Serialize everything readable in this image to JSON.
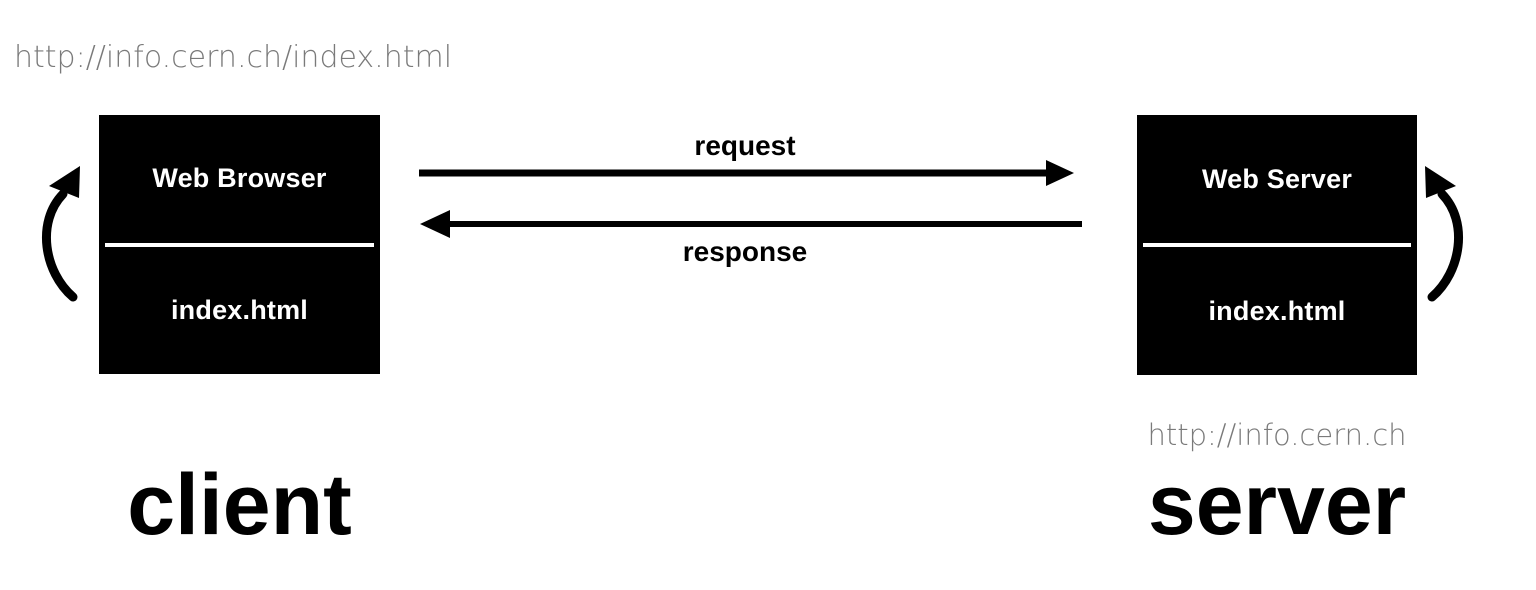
{
  "diagram": {
    "title": "HTTP request/response between client and server",
    "background_color": "#ffffff",
    "box_color": "#000000",
    "box_text_color": "#ffffff",
    "url_text_color": "#7a7a7a",
    "arrow_color": "#000000"
  },
  "client": {
    "url": "http://info.cern.ch/index.html",
    "box_title": "Web Browser",
    "box_file": "index.html",
    "label": "client"
  },
  "server": {
    "url": "http://info.cern.ch",
    "box_title": "Web Server",
    "box_file": "index.html",
    "label": "server"
  },
  "arrows": {
    "request_label": "request",
    "response_label": "response",
    "request_direction": "left-to-right",
    "response_direction": "right-to-left",
    "client_loop_icon": "curved-up-arrow-icon",
    "server_loop_icon": "curved-up-arrow-icon"
  }
}
